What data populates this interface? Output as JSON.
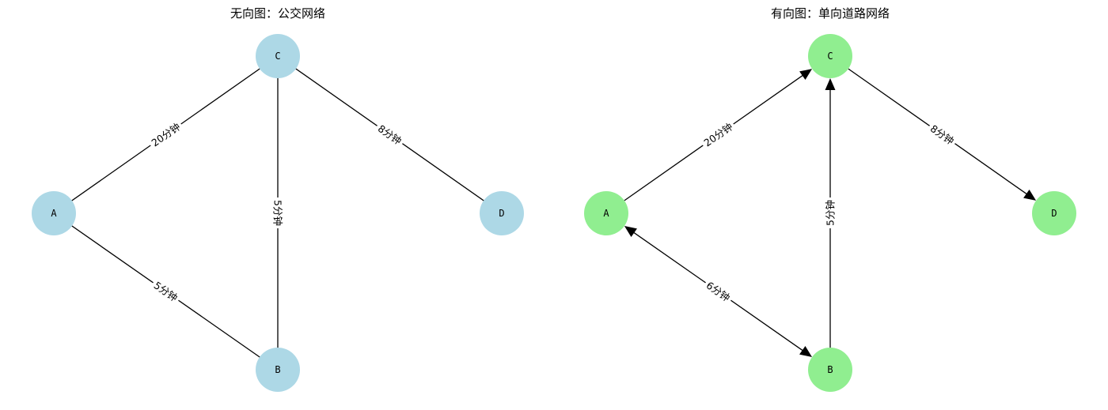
{
  "graphs": [
    {
      "id": "undirected",
      "title": "无向图：公交网络",
      "directed": false,
      "node_color": "#add8e6",
      "nodes": [
        {
          "id": "A",
          "label": "A"
        },
        {
          "id": "B",
          "label": "B"
        },
        {
          "id": "C",
          "label": "C"
        },
        {
          "id": "D",
          "label": "D"
        }
      ],
      "edges": [
        {
          "from": "A",
          "to": "C",
          "label": "20分钟"
        },
        {
          "from": "A",
          "to": "B",
          "label": "5分钟"
        },
        {
          "from": "C",
          "to": "B",
          "label": "5分钟"
        },
        {
          "from": "C",
          "to": "D",
          "label": "8分钟"
        }
      ]
    },
    {
      "id": "directed",
      "title": "有向图：单向道路网络",
      "directed": true,
      "node_color": "#90ee90",
      "nodes": [
        {
          "id": "A",
          "label": "A"
        },
        {
          "id": "B",
          "label": "B"
        },
        {
          "id": "C",
          "label": "C"
        },
        {
          "id": "D",
          "label": "D"
        }
      ],
      "edges": [
        {
          "from": "A",
          "to": "C",
          "label": "20分钟"
        },
        {
          "from": "A",
          "to": "B",
          "label": "6分钟",
          "bidirectional": true
        },
        {
          "from": "B",
          "to": "C",
          "label": "5分钟"
        },
        {
          "from": "C",
          "to": "D",
          "label": "8分钟"
        }
      ]
    }
  ]
}
